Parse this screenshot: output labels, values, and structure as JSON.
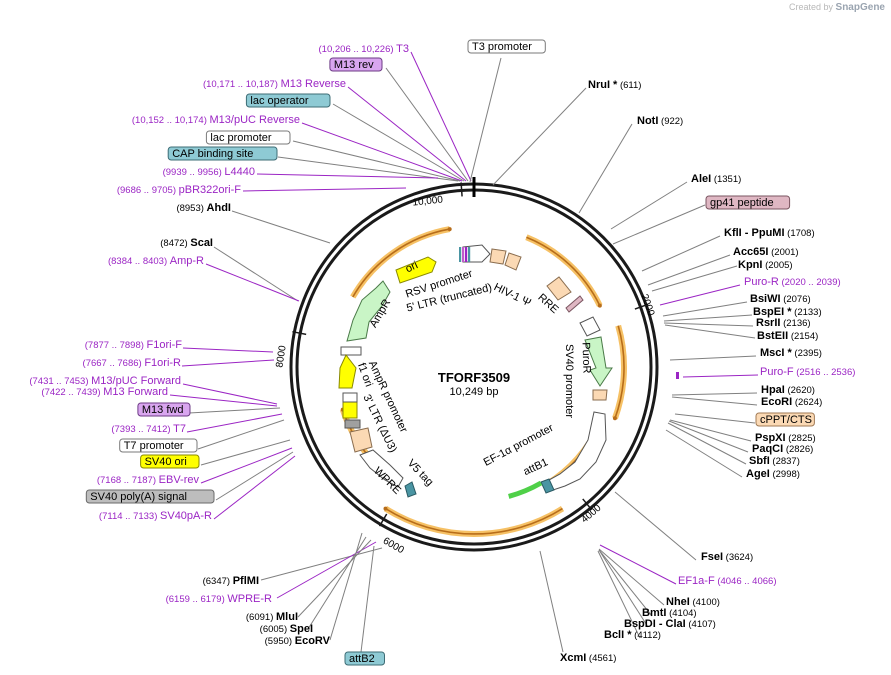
{
  "watermark": {
    "prefix": "Created by",
    "brand": "SnapGene"
  },
  "plasmid": {
    "name": "TFORF3509",
    "length_label": "10,249 bp"
  },
  "ticks": [
    "10,000",
    "2000",
    "4000",
    "6000",
    "8000"
  ],
  "colors": {
    "purple": "#9b25c4",
    "gray": "#808080",
    "purple_box_fill": "#d9a6ef",
    "cyan_box_fill": "#8ecad4",
    "yellow_box_fill": "#ffff00",
    "peach_box_fill": "#fbd9b4",
    "rose_box_fill": "#dfb7c3",
    "gray_box_fill": "#bdbdbd",
    "orf_arc": "#f5b64a",
    "orf_line": "#b76d1a"
  },
  "left_labels": [
    {
      "pos": "(10,206 .. 10,226)",
      "name": "T3",
      "style": "purple"
    },
    {
      "name": "M13 rev",
      "style": "purple-box"
    },
    {
      "pos": "(10,171 .. 10,187)",
      "name": "M13 Reverse",
      "style": "purple"
    },
    {
      "name": "lac operator",
      "style": "cyan-box"
    },
    {
      "pos": "(10,152 .. 10,174)",
      "name": "M13/pUC Reverse",
      "style": "purple"
    },
    {
      "name": "lac promoter",
      "style": "white-box"
    },
    {
      "name": "CAP binding site",
      "style": "cyan-box"
    },
    {
      "pos": "(9939 .. 9956)",
      "name": "L4440",
      "style": "purple"
    },
    {
      "pos": "(9686 .. 9705)",
      "name": "pBR322ori-F",
      "style": "purple"
    },
    {
      "pos": "(8953)",
      "name": "AhdI",
      "style": "black"
    },
    {
      "pos": "(8472)",
      "name": "ScaI",
      "style": "black"
    },
    {
      "pos": "(8384 .. 8403)",
      "name": "Amp-R",
      "style": "purple"
    },
    {
      "pos": "(7877 .. 7898)",
      "name": "F1ori-F",
      "style": "purple"
    },
    {
      "pos": "(7667 .. 7686)",
      "name": "F1ori-R",
      "style": "purple"
    },
    {
      "pos": "(7431 .. 7453)",
      "name": "M13/pUC Forward",
      "style": "purple"
    },
    {
      "pos": "(7422 .. 7439)",
      "name": "M13 Forward",
      "style": "purple"
    },
    {
      "name": "M13 fwd",
      "style": "purple-box"
    },
    {
      "pos": "(7393 .. 7412)",
      "name": "T7",
      "style": "purple"
    },
    {
      "name": "T7 promoter",
      "style": "white-box"
    },
    {
      "name": "SV40 ori",
      "style": "yellow-box"
    },
    {
      "pos": "(7168 .. 7187)",
      "name": "EBV-rev",
      "style": "purple"
    },
    {
      "name": "SV40 poly(A) signal",
      "style": "gray-box"
    },
    {
      "pos": "(7114 .. 7133)",
      "name": "SV40pA-R",
      "style": "purple"
    }
  ],
  "right_labels": [
    {
      "name": "T3 promoter",
      "style": "white-box"
    },
    {
      "name": "NruI *",
      "pos": "(611)",
      "style": "black"
    },
    {
      "name": "NotI",
      "pos": "(922)",
      "style": "black"
    },
    {
      "name": "AleI",
      "pos": "(1351)",
      "style": "black"
    },
    {
      "name": "gp41 peptide",
      "style": "rose-box"
    },
    {
      "name": "KflI",
      "sep": "- PpuMI",
      "pos": "(1708)",
      "style": "black"
    },
    {
      "name": "Acc65I",
      "pos": "(2001)",
      "style": "black"
    },
    {
      "name": "KpnI",
      "pos": "(2005)",
      "style": "black"
    },
    {
      "name": "Puro-R",
      "pos": "(2020 .. 2039)",
      "style": "purple"
    },
    {
      "name": "BsiWI",
      "pos": "(2076)",
      "style": "black"
    },
    {
      "name": "BspEI *",
      "pos": "(2133)",
      "style": "black"
    },
    {
      "name": "RsrII",
      "pos": "(2136)",
      "style": "black"
    },
    {
      "name": "BstEII",
      "pos": "(2154)",
      "style": "black"
    },
    {
      "name": "MscI *",
      "pos": "(2395)",
      "style": "black"
    },
    {
      "name": "Puro-F",
      "pos": "(2516 .. 2536)",
      "style": "purple"
    },
    {
      "name": "HpaI",
      "pos": "(2620)",
      "style": "black"
    },
    {
      "name": "EcoRI",
      "pos": "(2624)",
      "style": "black"
    },
    {
      "name": "cPPT/CTS",
      "style": "peach-box"
    },
    {
      "name": "PspXI",
      "pos": "(2825)",
      "style": "black"
    },
    {
      "name": "PaqCI",
      "pos": "(2826)",
      "style": "black"
    },
    {
      "name": "SbfI",
      "pos": "(2837)",
      "style": "black"
    },
    {
      "name": "AgeI",
      "pos": "(2998)",
      "style": "black"
    },
    {
      "name": "FseI",
      "pos": "(3624)",
      "style": "black"
    },
    {
      "name": "EF1a-F",
      "pos": "(4046 .. 4066)",
      "style": "purple"
    },
    {
      "name": "NheI",
      "pos": "(4100)",
      "style": "black"
    },
    {
      "name": "BmtI",
      "pos": "(4104)",
      "style": "black"
    },
    {
      "name": "BspDI",
      "sep": "- ClaI",
      "pos": "(4107)",
      "style": "black"
    },
    {
      "name": "BclI *",
      "pos": "(4112)",
      "style": "black"
    }
  ],
  "bottom_labels": [
    {
      "pos": "(6347)",
      "name": "PflMI",
      "style": "black"
    },
    {
      "pos": "(6159 .. 6179)",
      "name": "WPRE-R",
      "style": "purple"
    },
    {
      "pos": "(6091)",
      "name": "MluI",
      "style": "black"
    },
    {
      "pos": "(6005)",
      "name": "SpeI",
      "style": "black"
    },
    {
      "pos": "(5950)",
      "name": "EcoRV",
      "style": "black"
    },
    {
      "name": "attB2",
      "style": "cyan-box"
    },
    {
      "name": "XcmI",
      "pos": "(4561)",
      "style": "black"
    }
  ],
  "inner_labels": [
    {
      "name": "ori"
    },
    {
      "name": "RSV promoter"
    },
    {
      "name": "5' LTR (truncated)"
    },
    {
      "name": "HIV-1 Ψ"
    },
    {
      "name": "RRE"
    },
    {
      "name": "AmpR"
    },
    {
      "name": "AmpR promoter"
    },
    {
      "name": "f1 ori"
    },
    {
      "name": "3' LTR (ΔU3)"
    },
    {
      "name": "WPRE"
    },
    {
      "name": "V5 tag"
    },
    {
      "name": "PuroR"
    },
    {
      "name": "SV40 promoter"
    },
    {
      "name": "EF-1α promoter"
    },
    {
      "name": "attB1"
    }
  ]
}
